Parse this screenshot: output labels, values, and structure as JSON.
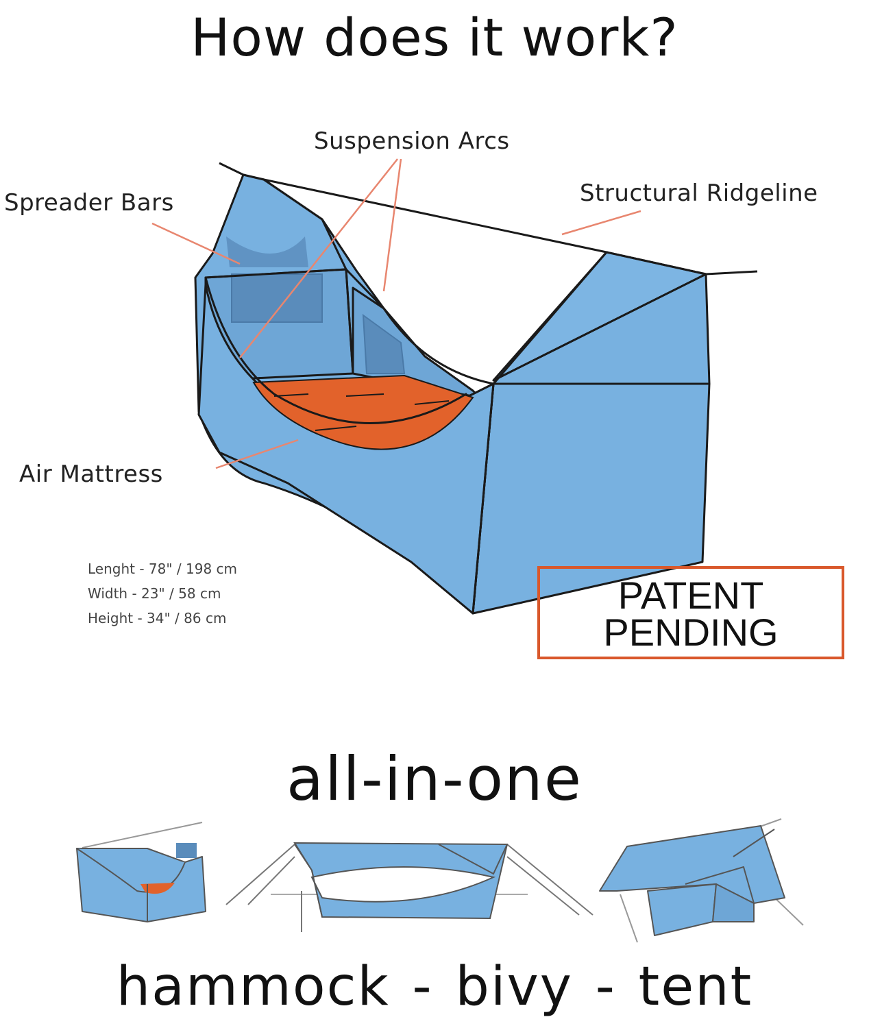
{
  "title": "How does it work?",
  "labels": {
    "suspension_arcs": "Suspension Arcs",
    "spreader_bars": "Spreader Bars",
    "structural_ridgeline": "Structural Ridgeline",
    "air_mattress": "Air Mattress"
  },
  "dimensions": {
    "length": "Lenght - 78\" / 198 cm",
    "width": "Width - 23\" / 58 cm",
    "height": "Height - 34\" / 86 cm"
  },
  "patent": {
    "line1": "PATENT",
    "line2": "PENDING"
  },
  "tagline": "all-in-one",
  "modes": "hammock - bivy - tent",
  "colors": {
    "fabric": "#78b1e0",
    "fabric_dark": "#5a8cbb",
    "mattress": "#e2622b",
    "leader_line": "#e8866f",
    "outline": "#1a1a1a"
  }
}
